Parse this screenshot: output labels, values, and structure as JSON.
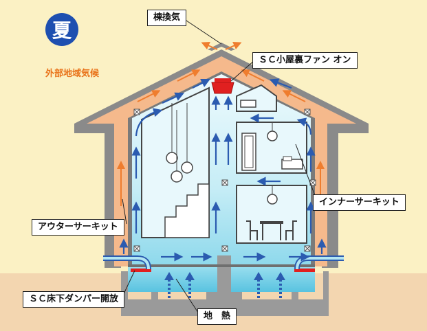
{
  "season_badge": "夏",
  "climate_label": "外部地域気候",
  "labels": {
    "ridge_vent": "棟換気",
    "attic_fan": "ＳＣ小屋裏ファン オン",
    "inner_circuit": "インナーサーキット",
    "outer_circuit": "アウターサーキット",
    "floor_damper": "ＳＣ床下ダンパー開放",
    "geothermal": "地　熱"
  },
  "colors": {
    "sky": "#fbf1c4",
    "ground": "#f3d6b0",
    "wall_outer": "#8a8a8a",
    "air_channel": "#f5b98c",
    "interior_light": "#e8f8fc",
    "interior_mid": "#b3e6f2",
    "interior_deep": "#6fcfe6",
    "blue_arrow": "#2b5bb0",
    "orange_arrow": "#ef7d2e",
    "fan_red": "#e02020"
  }
}
